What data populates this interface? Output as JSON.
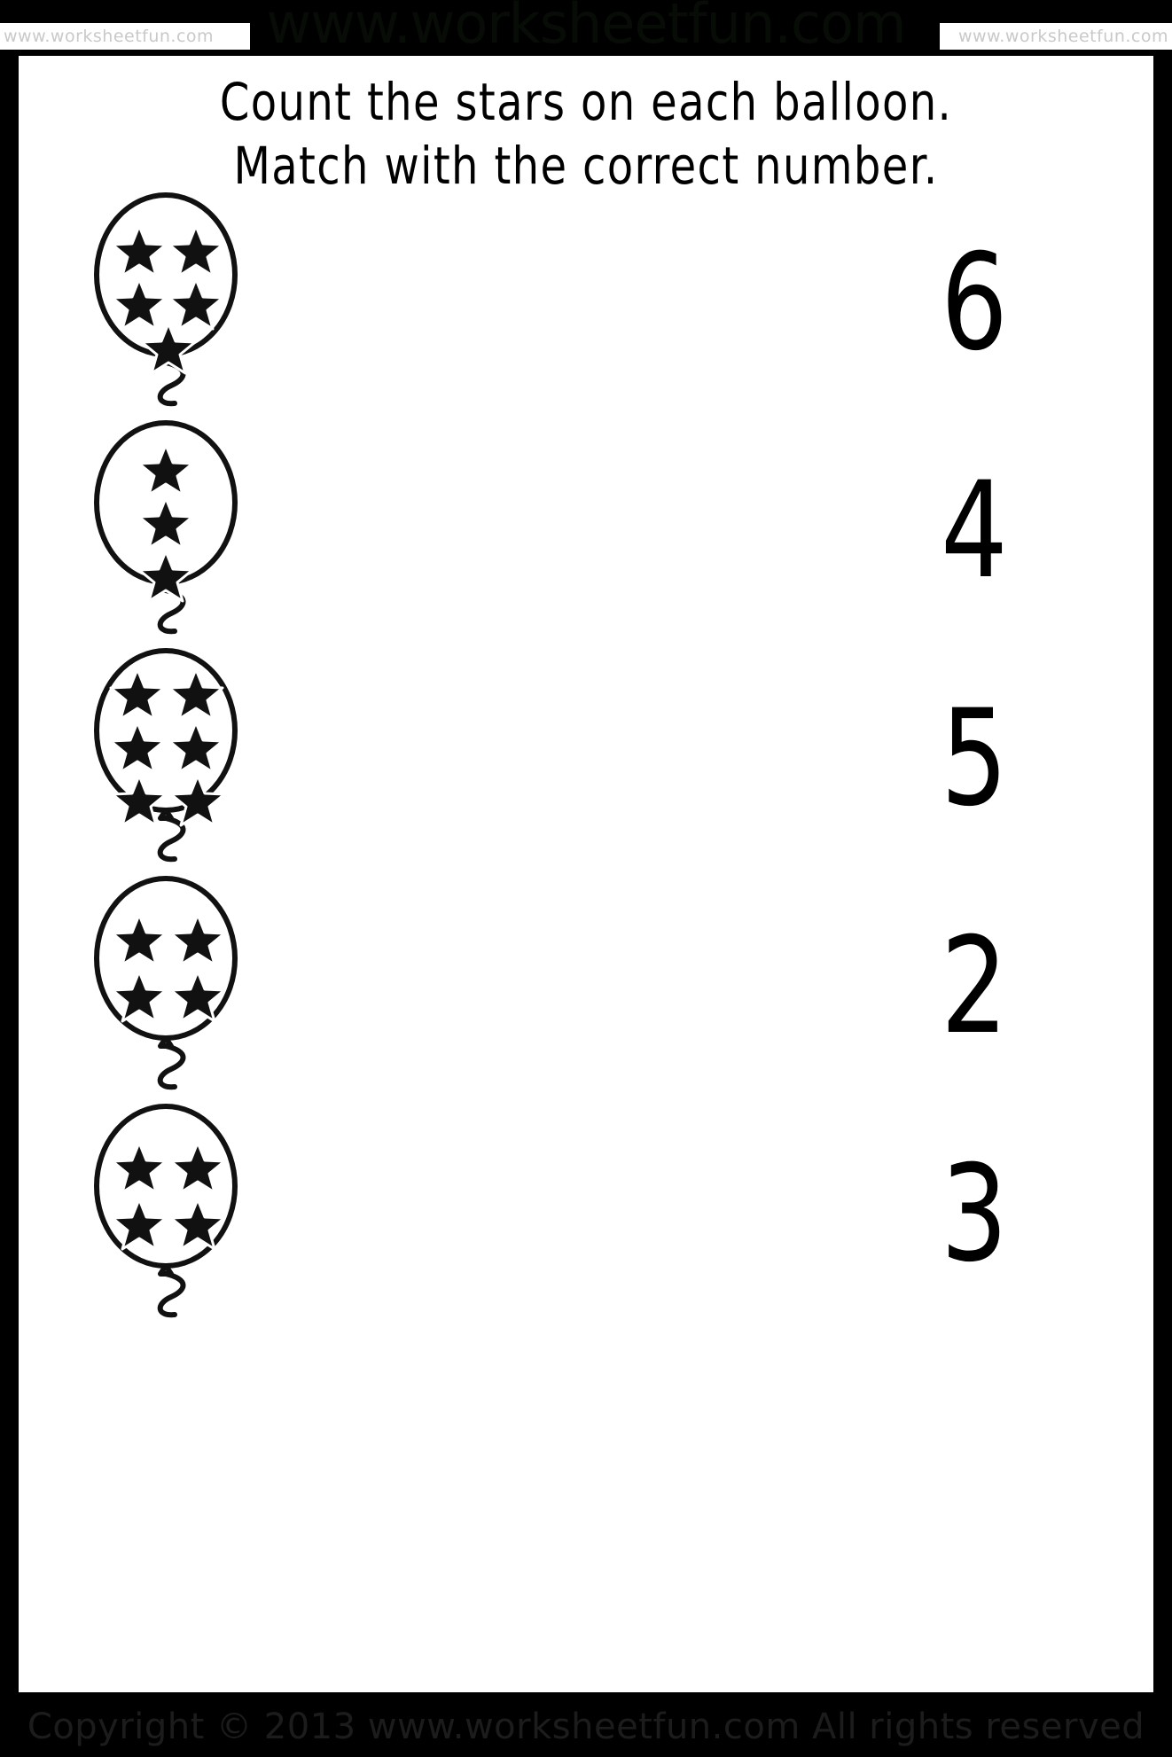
{
  "page": {
    "background_color": "#000000",
    "sheet_color": "#ffffff",
    "ink_color": "#000000"
  },
  "header": {
    "watermark_left": "www.worksheetfun.com",
    "watermark_center": "www.worksheetfun.com",
    "watermark_right": "www.worksheetfun.com",
    "watermark_side_color": "#c9c9c9",
    "watermark_center_color": "#070c06"
  },
  "title": {
    "line1": "Count the stars on each balloon.",
    "line2": "Match with the correct number."
  },
  "exercise": {
    "balloons": [
      {
        "id": "balloon-1",
        "star_count": 5,
        "layout": "2-2-1"
      },
      {
        "id": "balloon-2",
        "star_count": 3,
        "layout": "1-1-1"
      },
      {
        "id": "balloon-3",
        "star_count": 6,
        "layout": "2-2-2"
      },
      {
        "id": "balloon-4",
        "star_count": 4,
        "layout": "2-2"
      },
      {
        "id": "balloon-5",
        "star_count": 4,
        "layout": "2-2"
      }
    ],
    "numbers": [
      {
        "id": "number-1",
        "value": "6"
      },
      {
        "id": "number-2",
        "value": "4"
      },
      {
        "id": "number-3",
        "value": "5"
      },
      {
        "id": "number-4",
        "value": "2"
      },
      {
        "id": "number-5",
        "value": "3"
      }
    ]
  },
  "footer": {
    "copyright": "Copyright © 2013 www.worksheetfun.com All rights reserved",
    "color": "#1c1c1c"
  }
}
